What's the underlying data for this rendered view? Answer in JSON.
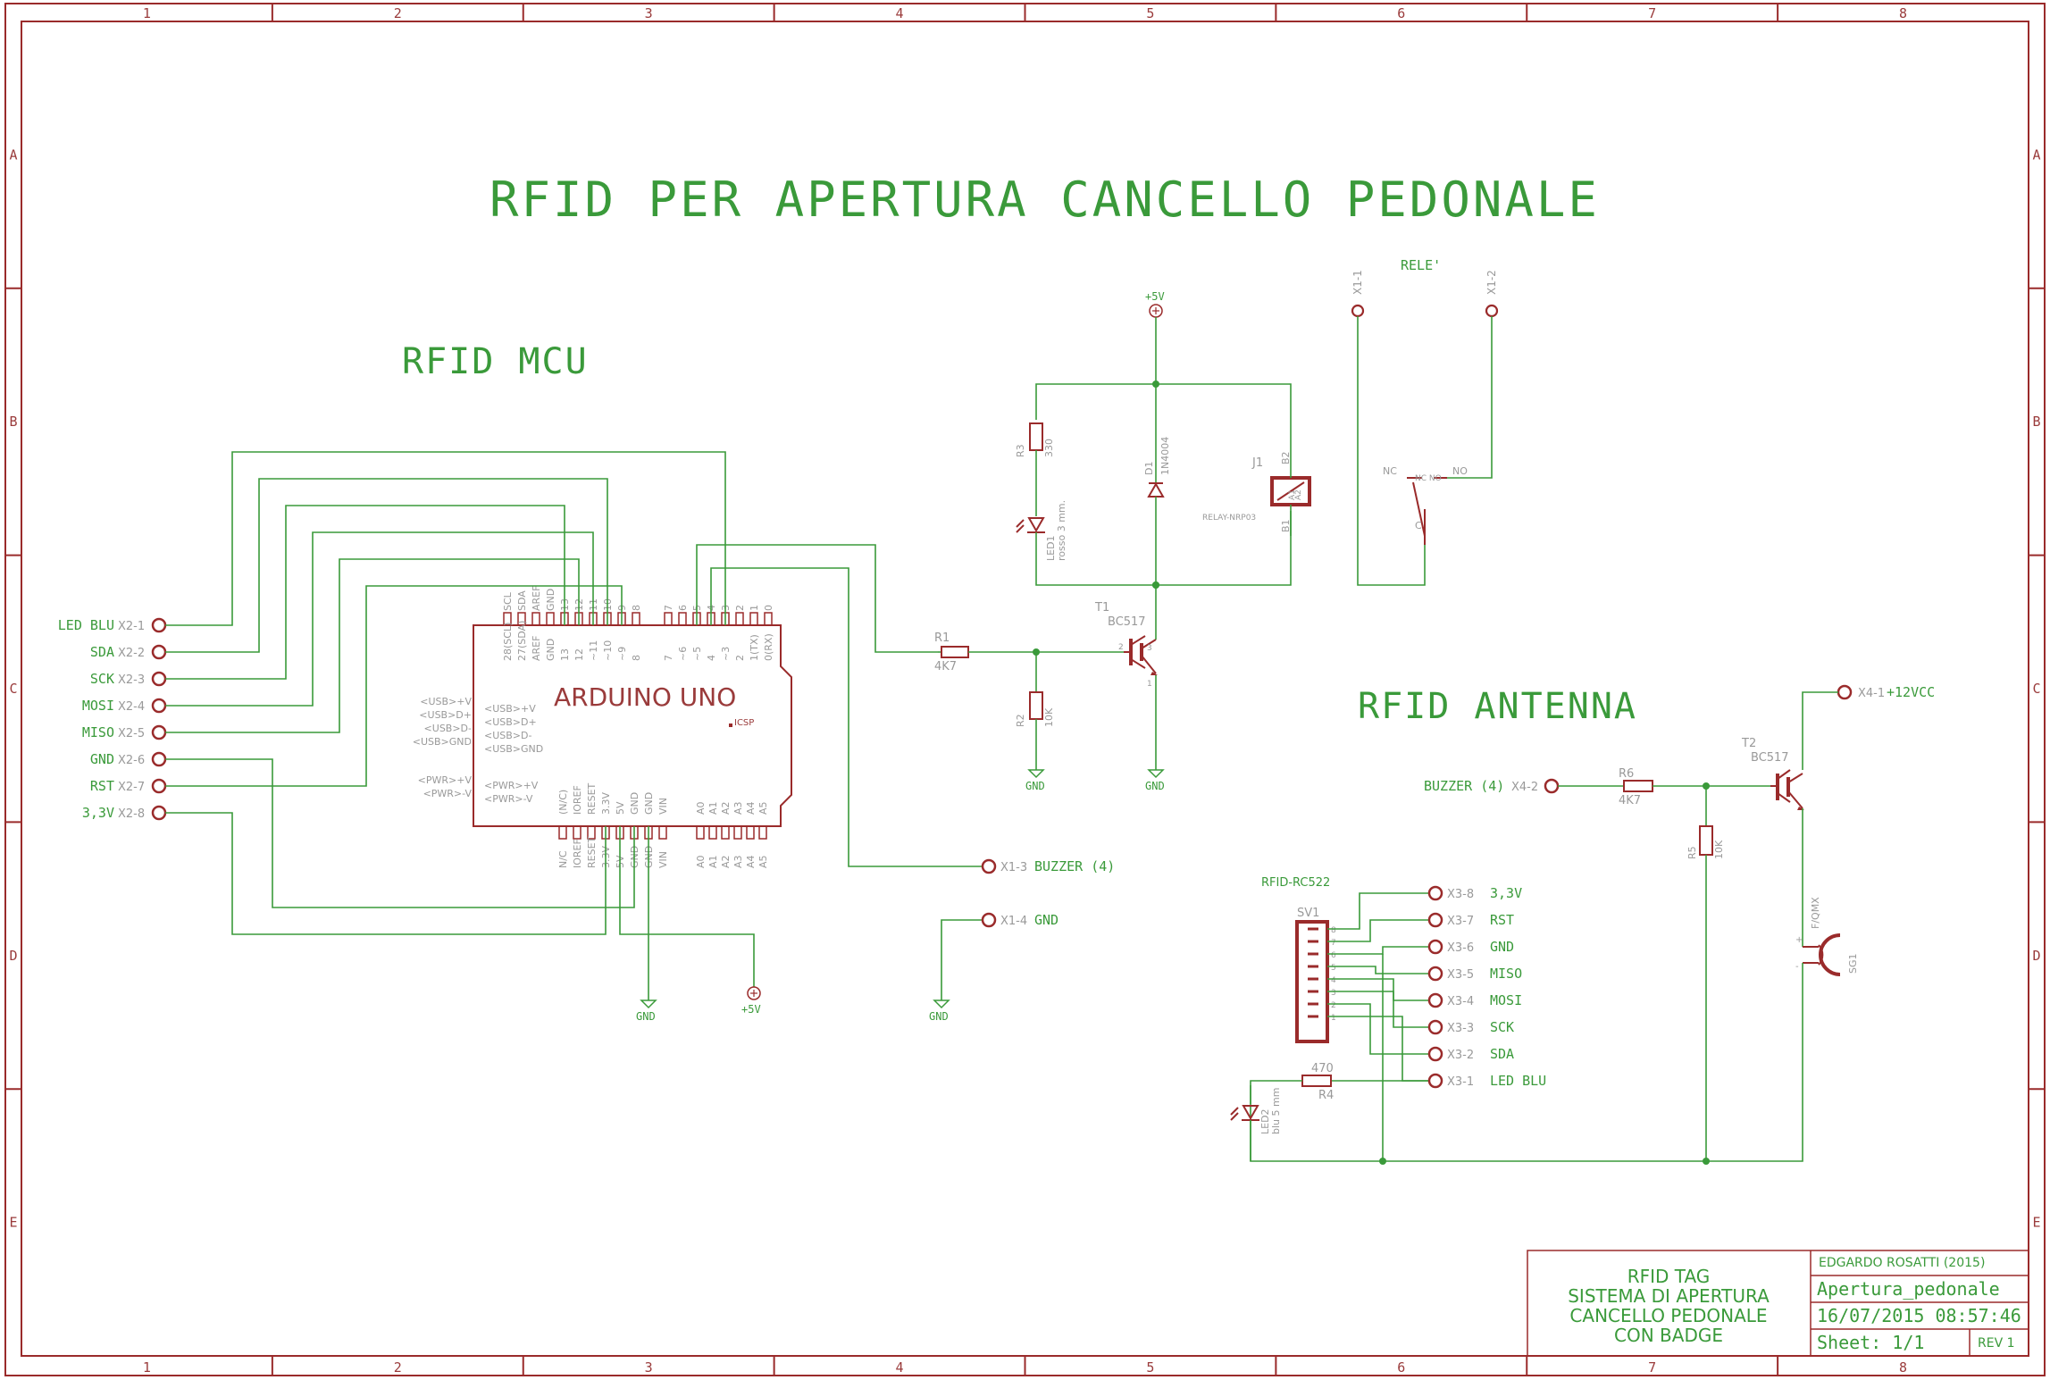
{
  "title": "RFID PER APERTURA CANCELLO PEDONALE",
  "sections": {
    "mcu": "RFID MCU",
    "antenna": "RFID ANTENNA",
    "rele": "RELE'"
  },
  "frame": {
    "columns": [
      "1",
      "2",
      "3",
      "4",
      "5",
      "6",
      "7",
      "8"
    ],
    "rows": [
      "A",
      "B",
      "C",
      "D",
      "E"
    ]
  },
  "arduino": {
    "label": "ARDUINO UNO",
    "icsp": "ICSP",
    "top_pins": [
      "SCL",
      "SDA",
      "AREF",
      "GND",
      "13",
      "12",
      "11",
      "10",
      "9",
      "8",
      "7",
      "6",
      "5",
      "4",
      "3",
      "2",
      "1",
      "0"
    ],
    "top_inner": [
      "28(SCL)",
      "27(SDA)",
      "AREF",
      "GND",
      "13",
      "12",
      "~11",
      "~10",
      "~9",
      "8",
      "7",
      "~6",
      "~5",
      "4",
      "~3",
      "2",
      "1(TX)",
      "0(RX)"
    ],
    "usb_outer": [
      "<USB>+V",
      "<USB>D+",
      "<USB>D-",
      "<USB>GND"
    ],
    "usb_inner": [
      "<USB>+V",
      "<USB>D+",
      "<USB>D-",
      "<USB>GND"
    ],
    "pwr_outer": [
      "<PWR>+V",
      "<PWR>-V"
    ],
    "pwr_inner": [
      "<PWR>+V",
      "<PWR>-V"
    ],
    "bottom_inner": [
      "(N/C)",
      "IOREF",
      "RESET",
      "3.3V",
      "5V",
      "GND",
      "GND",
      "VIN",
      "A0",
      "A1",
      "A2",
      "A3",
      "A4",
      "A5"
    ],
    "bottom_outer": [
      "N/C",
      "IOREF",
      "RESET",
      "3.3V",
      "5V",
      "GND",
      "GND",
      "VIN",
      "A0",
      "A1",
      "A2",
      "A3",
      "A4",
      "A5"
    ]
  },
  "x2_connector": [
    {
      "name": "LED BLU",
      "pin": "X2-1"
    },
    {
      "name": "SDA",
      "pin": "X2-2"
    },
    {
      "name": "SCK",
      "pin": "X2-3"
    },
    {
      "name": "MOSI",
      "pin": "X2-4"
    },
    {
      "name": "MISO",
      "pin": "X2-5"
    },
    {
      "name": "GND",
      "pin": "X2-6"
    },
    {
      "name": "RST",
      "pin": "X2-7"
    },
    {
      "name": "3,3V",
      "pin": "X2-8"
    }
  ],
  "x1_connector": [
    {
      "pin": "X1-3",
      "name": "BUZZER (4)"
    },
    {
      "pin": "X1-4",
      "name": "GND"
    }
  ],
  "x1_relay": [
    "X1-1",
    "X1-2"
  ],
  "power": {
    "plus5v": "+5V",
    "gnd": "GND"
  },
  "components": {
    "r1": {
      "name": "R1",
      "value": "4K7"
    },
    "r2": {
      "name": "R2",
      "value": "10K"
    },
    "r3": {
      "name": "R3",
      "value": "330"
    },
    "led1": {
      "name": "LED1",
      "value": "rosso 3 mm."
    },
    "d1": {
      "name": "D1",
      "value": "1N4004"
    },
    "j1": {
      "name": "J1",
      "value": "RELAY-NRP03",
      "pins": [
        "B2",
        "B1",
        "A2",
        "A1"
      ]
    },
    "t1": {
      "name": "T1",
      "value": "BC517",
      "pins": [
        "1",
        "2",
        "3"
      ]
    },
    "switch": {
      "nc": "NC",
      "no": "NO",
      "c": "C",
      "mid": "NC NO"
    },
    "r6": {
      "name": "R6",
      "value": "4K7"
    },
    "r5": {
      "name": "R5",
      "value": "10K"
    },
    "r4": {
      "name": "R4",
      "value": "470"
    },
    "t2": {
      "name": "T2",
      "value": "BC517"
    },
    "sg1": {
      "name": "SG1",
      "value": "F/QMX"
    },
    "led2": {
      "name": "LED2",
      "value": "blu 5 mm"
    },
    "sv1": {
      "name": "SV1",
      "module": "RFID-RC522",
      "pins": [
        "8",
        "7",
        "6",
        "5",
        "4",
        "3",
        "2",
        "1"
      ]
    }
  },
  "x3_connector": [
    {
      "pin": "X3-8",
      "name": "3,3V"
    },
    {
      "pin": "X3-7",
      "name": "RST"
    },
    {
      "pin": "X3-6",
      "name": "GND"
    },
    {
      "pin": "X3-5",
      "name": "MISO"
    },
    {
      "pin": "X3-4",
      "name": "MOSI"
    },
    {
      "pin": "X3-3",
      "name": "SCK"
    },
    {
      "pin": "X3-2",
      "name": "SDA"
    },
    {
      "pin": "X3-1",
      "name": "LED BLU"
    }
  ],
  "x4_connector": [
    {
      "pin": "X4-1",
      "name": "+12VCC"
    },
    {
      "pin": "X4-2",
      "name": "BUZZER (4)"
    }
  ],
  "title_block": {
    "desc": [
      "RFID TAG",
      "SISTEMA DI APERTURA",
      "CANCELLO PEDONALE",
      "CON BADGE"
    ],
    "author": "EDGARDO ROSATTI (2015)",
    "filename": "Apertura_pedonale",
    "date": "16/07/2015 08:57:46",
    "sheet": "Sheet: 1/1",
    "rev": "REV 1"
  }
}
